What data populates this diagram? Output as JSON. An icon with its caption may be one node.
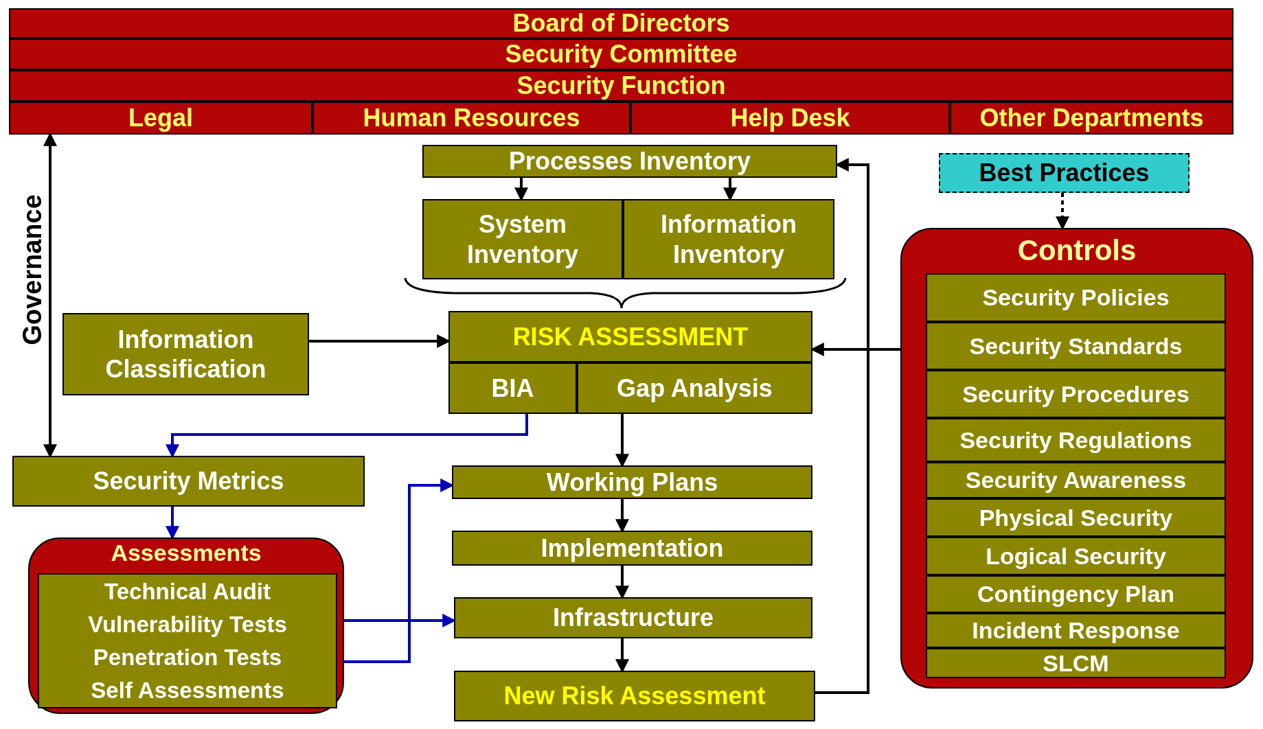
{
  "diagram": {
    "nodes": [
      {
        "text": [
          "Board of Directors"
        ]
      },
      {
        "text": [
          "Security Committee"
        ]
      },
      {
        "text": [
          "Security Function"
        ]
      },
      {
        "text": [
          "Legal"
        ]
      },
      {
        "text": [
          "Human Resources"
        ]
      },
      {
        "text": [
          "Help Desk"
        ]
      },
      {
        "text": [
          "Other Departments"
        ]
      },
      {
        "text": [
          "Processes Inventory"
        ]
      },
      {
        "text": [
          "System Inventory"
        ]
      },
      {
        "text": [
          "Information Inventory"
        ]
      },
      {
        "text": [
          "Information Classification"
        ]
      },
      {
        "text": [
          "RISK ASSESSMENT"
        ]
      },
      {
        "text": [
          "BIA"
        ]
      },
      {
        "text": [
          "Gap Analysis"
        ]
      },
      {
        "text": [
          "Security Metrics"
        ]
      },
      {
        "text": [
          "Assessments"
        ]
      },
      {
        "text": [
          "Technical Audit",
          "Vulnerability Tests",
          "Penetration Tests",
          "Self Assessments"
        ],
        "in": 15
      },
      {
        "text": [
          "Working Plans"
        ]
      },
      {
        "text": [
          "Implementation"
        ]
      },
      {
        "text": [
          "Infrastructure"
        ]
      },
      {
        "text": [
          "New Risk Assessment"
        ]
      },
      {
        "text": [
          "Best Practices"
        ]
      },
      {
        "text": [
          "Controls"
        ]
      },
      {
        "text": [
          "Security Policies"
        ],
        "in": 22
      },
      {
        "text": [
          "Security Standards"
        ],
        "in": 22
      },
      {
        "text": [
          "Security Procedures"
        ],
        "in": 22
      },
      {
        "text": [
          "Security Regulations"
        ],
        "in": 22
      },
      {
        "text": [
          "Security Awareness"
        ],
        "in": 22
      },
      {
        "text": [
          "Physical Security"
        ],
        "in": 22
      },
      {
        "text": [
          "Logical Security"
        ],
        "in": 22
      },
      {
        "text": [
          "Contingency Plan"
        ],
        "in": 22
      },
      {
        "text": [
          "Incident Response"
        ],
        "in": 22
      },
      {
        "text": [
          "SLCM"
        ],
        "in": 22
      }
    ],
    "edges": [
      {
        "from": 3,
        "to": 14,
        "arrow": "both",
        "label": "Governance"
      },
      {
        "from": 7,
        "to": 8,
        "arrow": "to"
      },
      {
        "from": 7,
        "to": 9,
        "arrow": "to"
      },
      {
        "from": 10,
        "to": 11,
        "arrow": "to"
      },
      {
        "from": 22,
        "to": 11,
        "arrow": "to"
      },
      {
        "from": 21,
        "to": 22,
        "arrow": "to",
        "style": "dashed"
      },
      {
        "from": 12,
        "to": 14,
        "arrow": "to",
        "color": "#0000b4"
      },
      {
        "from": 13,
        "to": 17,
        "arrow": "to"
      },
      {
        "from": 17,
        "to": 18,
        "arrow": "to"
      },
      {
        "from": 18,
        "to": 19,
        "arrow": "to"
      },
      {
        "from": 19,
        "to": 20,
        "arrow": "to"
      },
      {
        "from": 20,
        "to": 7,
        "arrow": "to"
      },
      {
        "from": 14,
        "to": 15,
        "arrow": "to",
        "color": "#0000b4"
      },
      {
        "from": 15,
        "to": 19,
        "arrow": "to",
        "color": "#0000b4"
      },
      {
        "from": 15,
        "to": 17,
        "arrow": "to",
        "color": "#0000b4"
      }
    ]
  }
}
